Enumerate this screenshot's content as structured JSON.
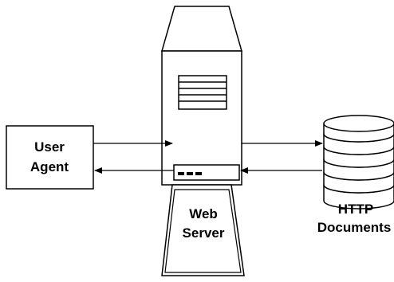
{
  "diagram": {
    "user_agent": {
      "line1": "User",
      "line2": "Agent"
    },
    "web_server": {
      "line1": "Web",
      "line2": "Server"
    },
    "http_documents": {
      "line1": "HTTP",
      "line2": "Documents"
    }
  }
}
